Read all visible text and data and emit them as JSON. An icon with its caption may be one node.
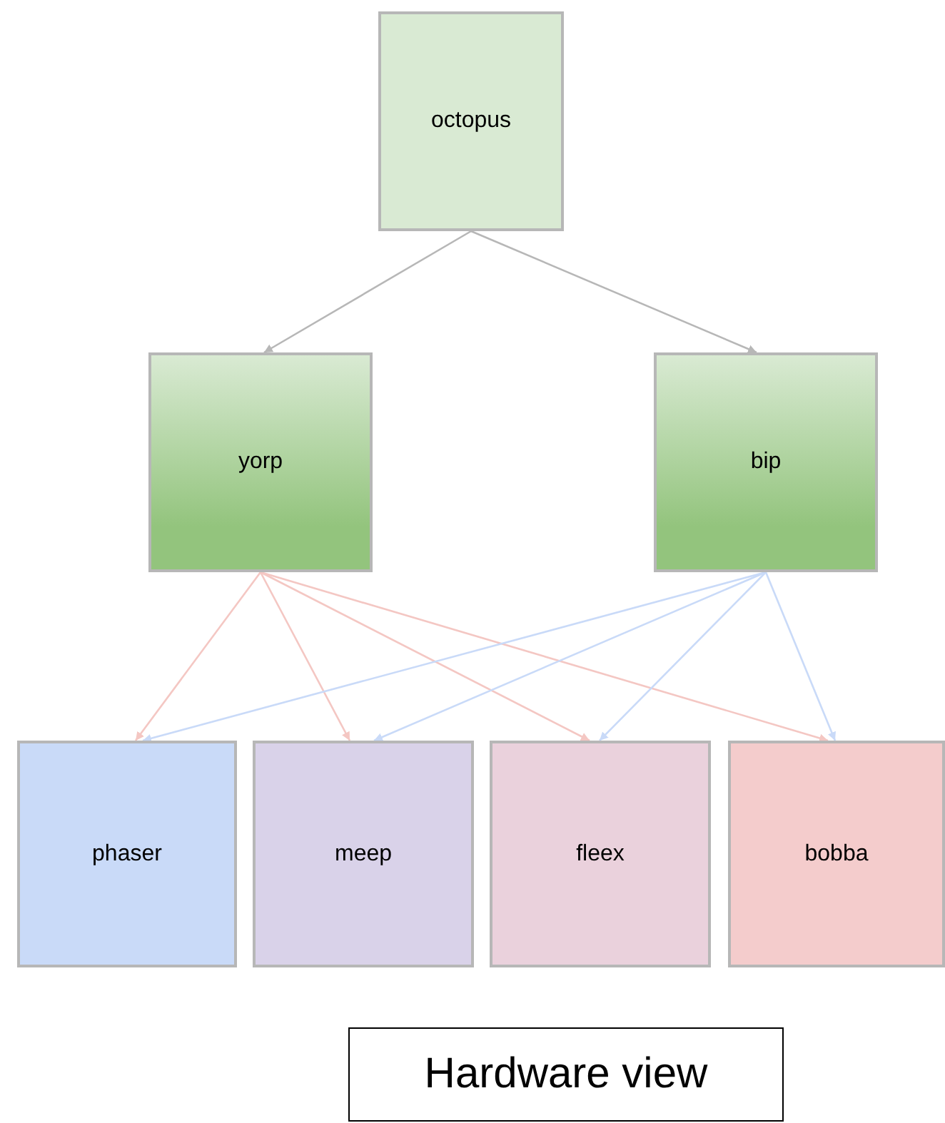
{
  "diagram": {
    "nodes": [
      {
        "text": [
          "octopus"
        ]
      },
      {
        "text": [
          "yorp"
        ]
      },
      {
        "text": [
          "bip"
        ]
      },
      {
        "text": [
          "phaser"
        ]
      },
      {
        "text": [
          "meep"
        ]
      },
      {
        "text": [
          "fleex"
        ]
      },
      {
        "text": [
          "bobba"
        ]
      },
      {
        "text": [
          "Hardware view"
        ]
      }
    ],
    "edges": [
      {
        "from": 0,
        "to": 1,
        "arrow": "to",
        "color": "#b7b7b7"
      },
      {
        "from": 0,
        "to": 2,
        "arrow": "to",
        "color": "#b7b7b7"
      },
      {
        "from": 1,
        "to": 3,
        "arrow": "to",
        "color": "#f4c7c3"
      },
      {
        "from": 1,
        "to": 4,
        "arrow": "to",
        "color": "#f4c7c3"
      },
      {
        "from": 1,
        "to": 5,
        "arrow": "to",
        "color": "#f4c7c3"
      },
      {
        "from": 1,
        "to": 6,
        "arrow": "to",
        "color": "#f4c7c3"
      },
      {
        "from": 2,
        "to": 3,
        "arrow": "to",
        "color": "#c9daf8"
      },
      {
        "from": 2,
        "to": 4,
        "arrow": "to",
        "color": "#c9daf8"
      },
      {
        "from": 2,
        "to": 5,
        "arrow": "to",
        "color": "#c9daf8"
      },
      {
        "from": 2,
        "to": 6,
        "arrow": "to",
        "color": "#c9daf8"
      }
    ]
  }
}
